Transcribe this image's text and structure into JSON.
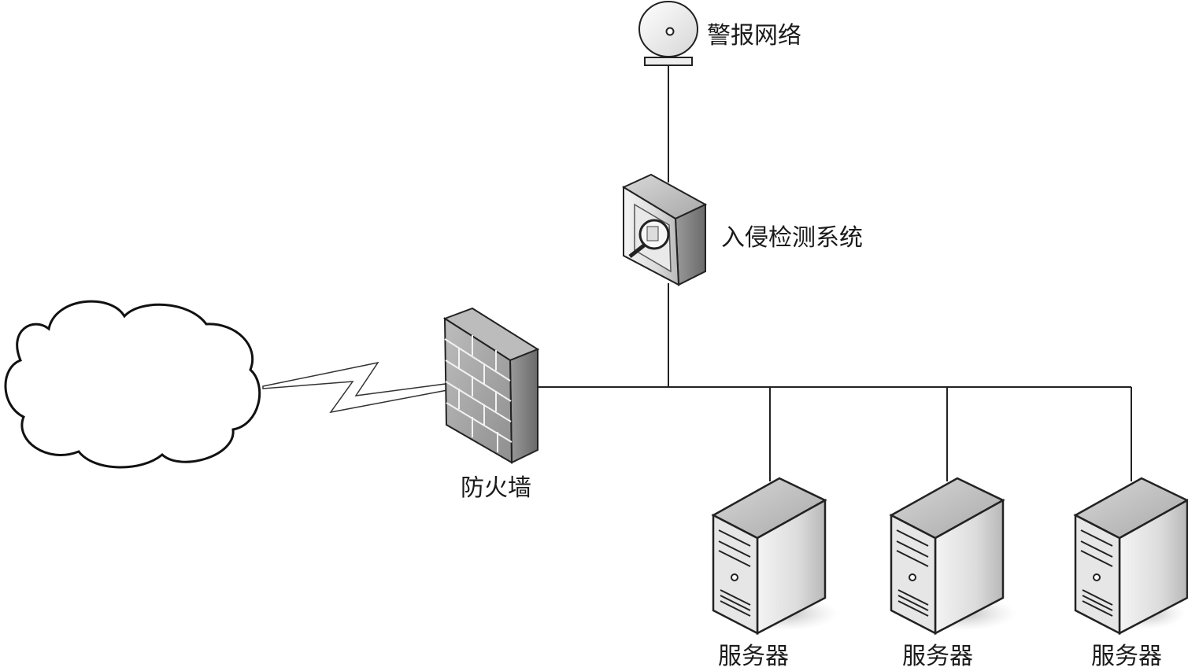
{
  "diagram": {
    "alarm_label": "警报网络",
    "ids_label": "入侵检测系统",
    "firewall_label": "防火墙",
    "servers": [
      {
        "label": "服务器"
      },
      {
        "label": "服务器"
      },
      {
        "label": "服务器"
      }
    ]
  }
}
